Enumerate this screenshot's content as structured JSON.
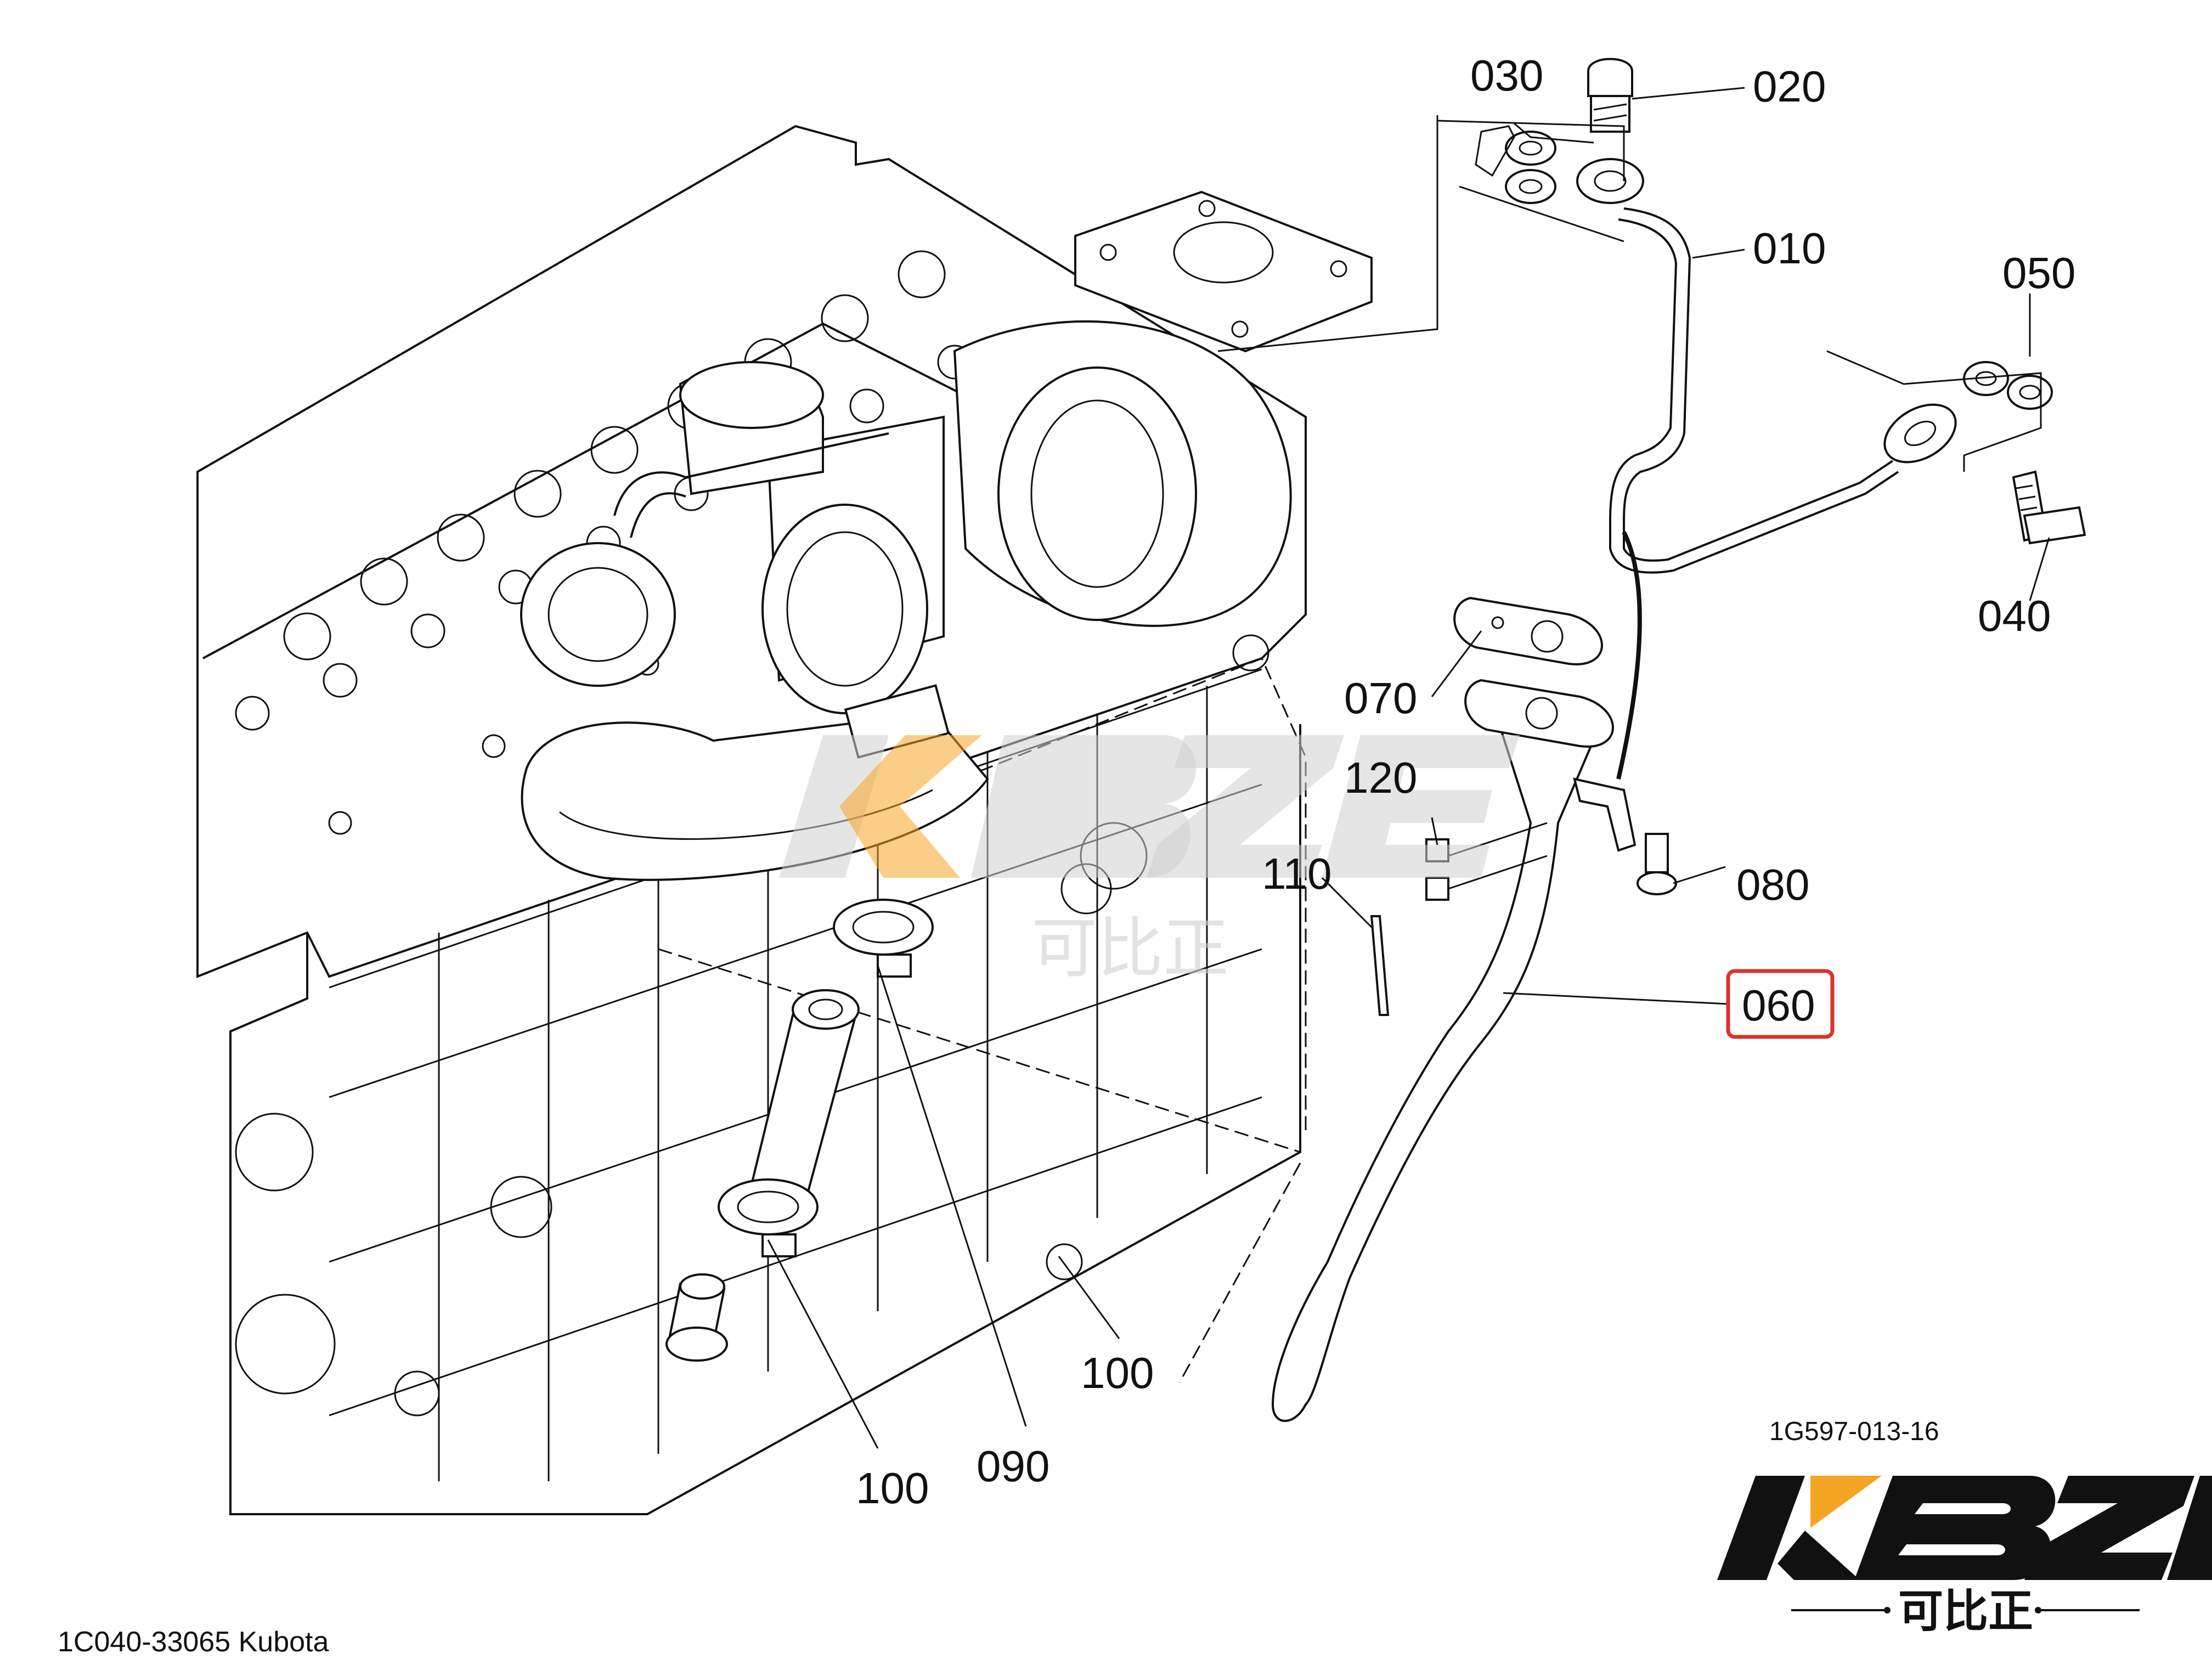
{
  "diagram_code": "1G597-013-16",
  "caption": "1C040-33065 Kubota",
  "brand": {
    "logo_text": "KBZE",
    "chinese_text": "可比正",
    "accent_color": "#f5a524",
    "logo_color": "#111111"
  },
  "highlight_color": "#d9342b",
  "callouts": {
    "c010": "010",
    "c020": "020",
    "c030": "030",
    "c040": "040",
    "c050": "050",
    "c060": "060",
    "c070": "070",
    "c080": "080",
    "c090": "090",
    "c100a": "100",
    "c100b": "100",
    "c110": "110",
    "c120": "120"
  },
  "highlighted_part": "060"
}
